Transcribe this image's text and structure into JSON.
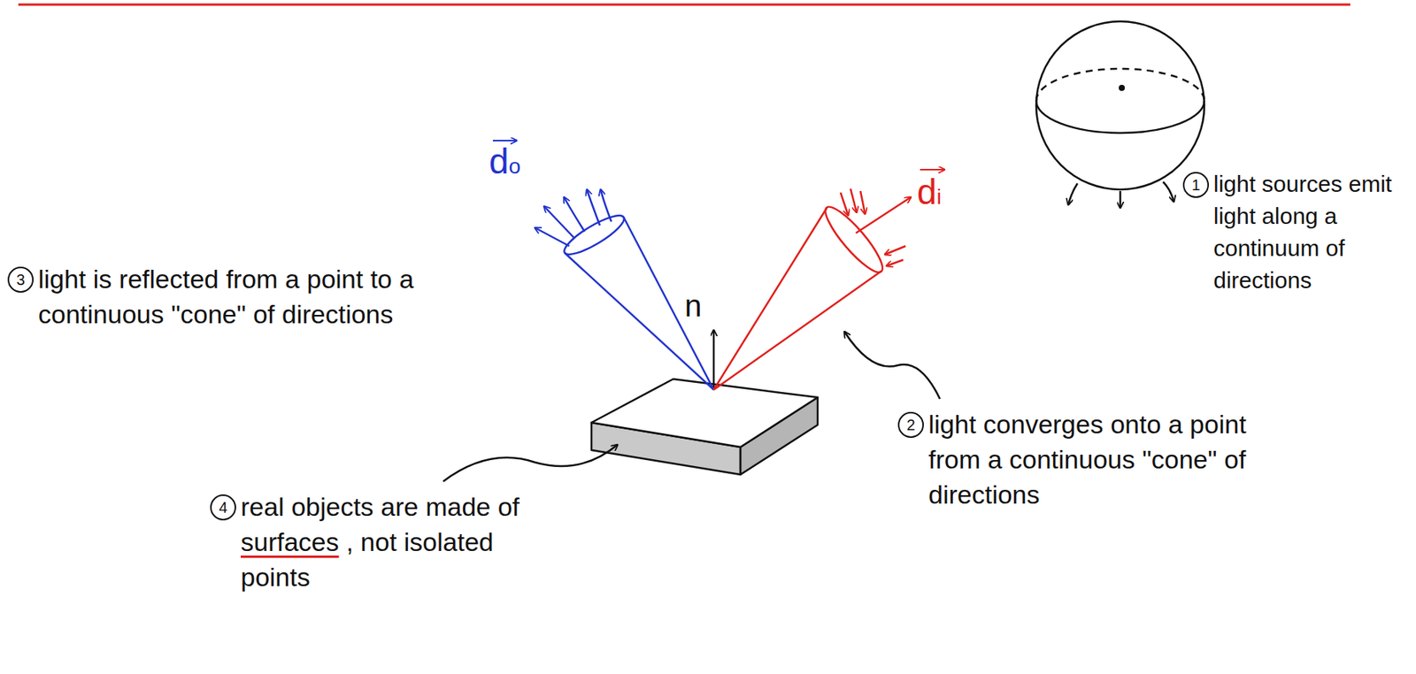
{
  "diagram": {
    "labels": [
      "do",
      "n",
      "di",
      "1",
      "light sources emit light along a continuum of directions",
      "3",
      "light is reflected from a point to a continuous \"cone\" of directions",
      "2",
      "light converges onto a point from a continuous \"cone\" of directions",
      "4",
      "real objects are made of",
      "surfaces",
      ", not isolated points"
    ]
  }
}
